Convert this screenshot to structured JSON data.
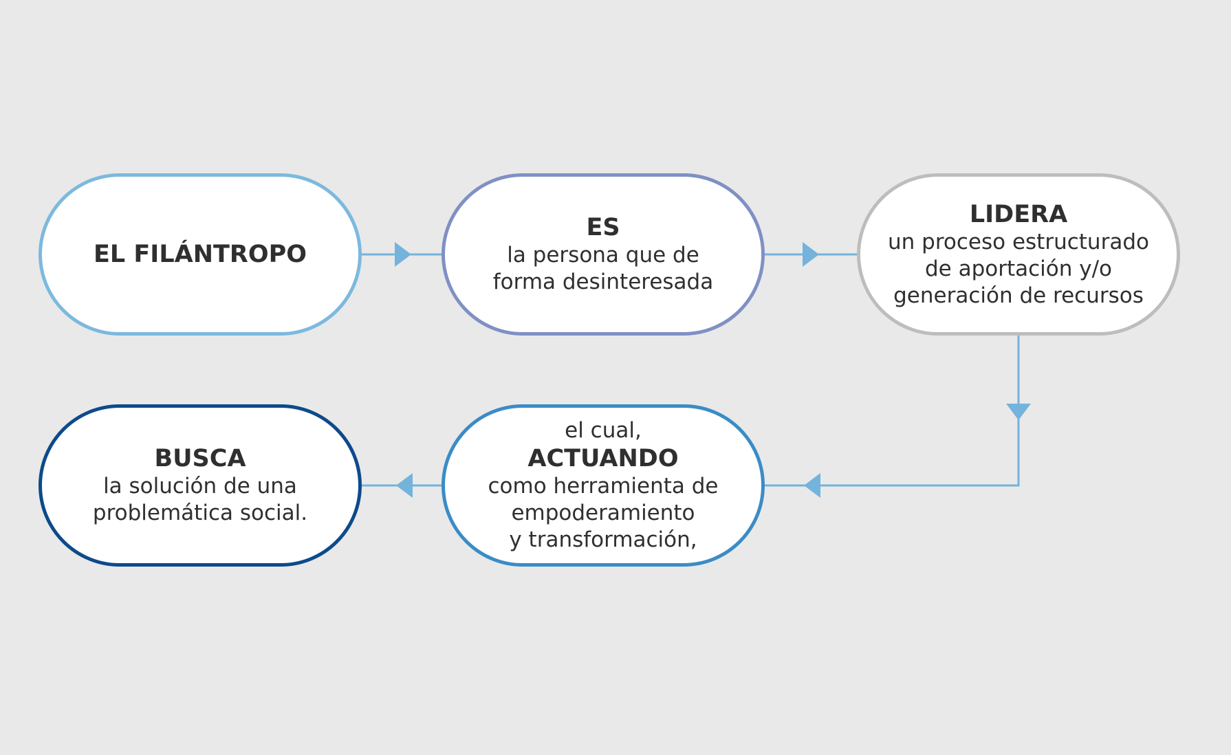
{
  "colors": {
    "background": "#e9e9e9",
    "connector": "#73b3dc",
    "node1_border": "#7cb9de",
    "node2_border": "#7f90c4",
    "node3_border": "#bdbdbd",
    "node4_border": "#0d4a8c",
    "node5_border": "#3a8cc6",
    "text": "#2f2f2f"
  },
  "nodes": {
    "filantropo": {
      "title": "EL FILÁNTROPO"
    },
    "es": {
      "title": "ES",
      "lines": [
        "la persona que de",
        "forma desinteresada"
      ]
    },
    "lidera": {
      "title": "LIDERA",
      "lines": [
        "un proceso estructurado",
        "de aportación y/o",
        "generación de recursos"
      ]
    },
    "actuando": {
      "pre": "el cual,",
      "title": "ACTUANDO",
      "lines": [
        "como herramienta de",
        "empoderamiento",
        "y transformación,"
      ]
    },
    "busca": {
      "title": "BUSCA",
      "lines": [
        "la solución de una",
        "problemática social."
      ]
    }
  }
}
